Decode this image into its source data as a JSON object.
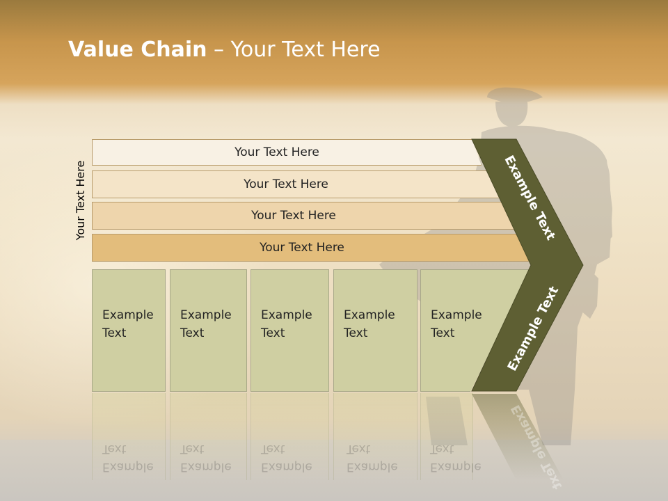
{
  "title": {
    "bold": "Value Chain",
    "rest": " – Your Text Here"
  },
  "side_label": "Your Text Here",
  "bars": [
    {
      "label": "Your Text Here"
    },
    {
      "label": "Your Text Here"
    },
    {
      "label": "Your Text Here"
    },
    {
      "label": "Your Text Here"
    }
  ],
  "columns": [
    {
      "line1": "Example",
      "line2": "Text"
    },
    {
      "line1": "Example",
      "line2": "Text"
    },
    {
      "line1": "Example",
      "line2": "Text"
    },
    {
      "line1": "Example",
      "line2": "Text"
    },
    {
      "line1": "Example",
      "line2": "Text"
    }
  ],
  "chevron": {
    "upper_label": "Example Text",
    "lower_label": "Example Text"
  },
  "colors": {
    "chevron": "#5e5f33",
    "column": "#cfcfa2",
    "title": "#ffffff"
  }
}
